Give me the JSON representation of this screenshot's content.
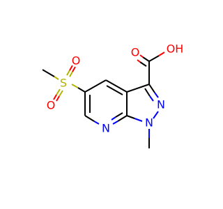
{
  "molecule": {
    "atoms": {
      "s_methyl": "S",
      "o_sulfonyl_top": "O",
      "o_sulfonyl_bottom": "O",
      "n_pyridine": "N",
      "n_pyrazole_2": "N",
      "n_pyrazole_1": "N",
      "o_carbonyl": "O",
      "oh_acid": "OH"
    },
    "colors": {
      "carbon": "#000000",
      "oxygen": "#ff0000",
      "nitrogen": "#0000ff",
      "sulfur": "#b2b200"
    }
  }
}
